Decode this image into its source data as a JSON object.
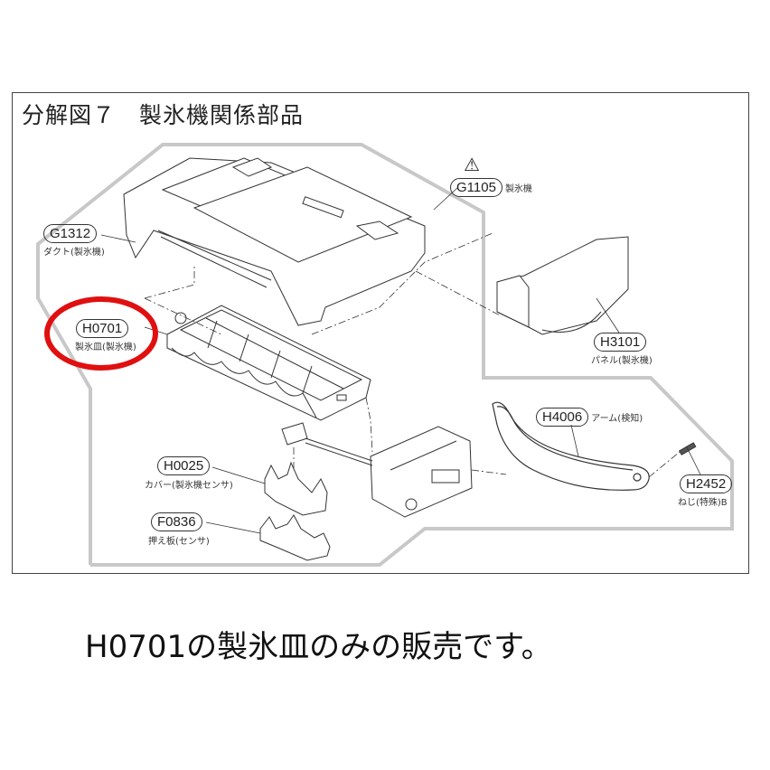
{
  "title": "分解図７　製氷機関係部品",
  "warning_icon": "warning-triangle-icon",
  "highlight_color": "#e01010",
  "parts": [
    {
      "code": "G1105",
      "name": "製氷機"
    },
    {
      "code": "G1312",
      "name": "ダクト(製氷機)"
    },
    {
      "code": "H0701",
      "name": "製氷皿(製氷機)"
    },
    {
      "code": "H3101",
      "name": "パネル(製氷機)"
    },
    {
      "code": "H4006",
      "name": "アーム(検知)"
    },
    {
      "code": "H2452",
      "name": "ねじ(特殊)B"
    },
    {
      "code": "H0025",
      "name": "カバー(製氷機センサ)"
    },
    {
      "code": "F0836",
      "name": "押え板(センサ)"
    }
  ],
  "caption": "H0701の製氷皿のみの販売です。"
}
